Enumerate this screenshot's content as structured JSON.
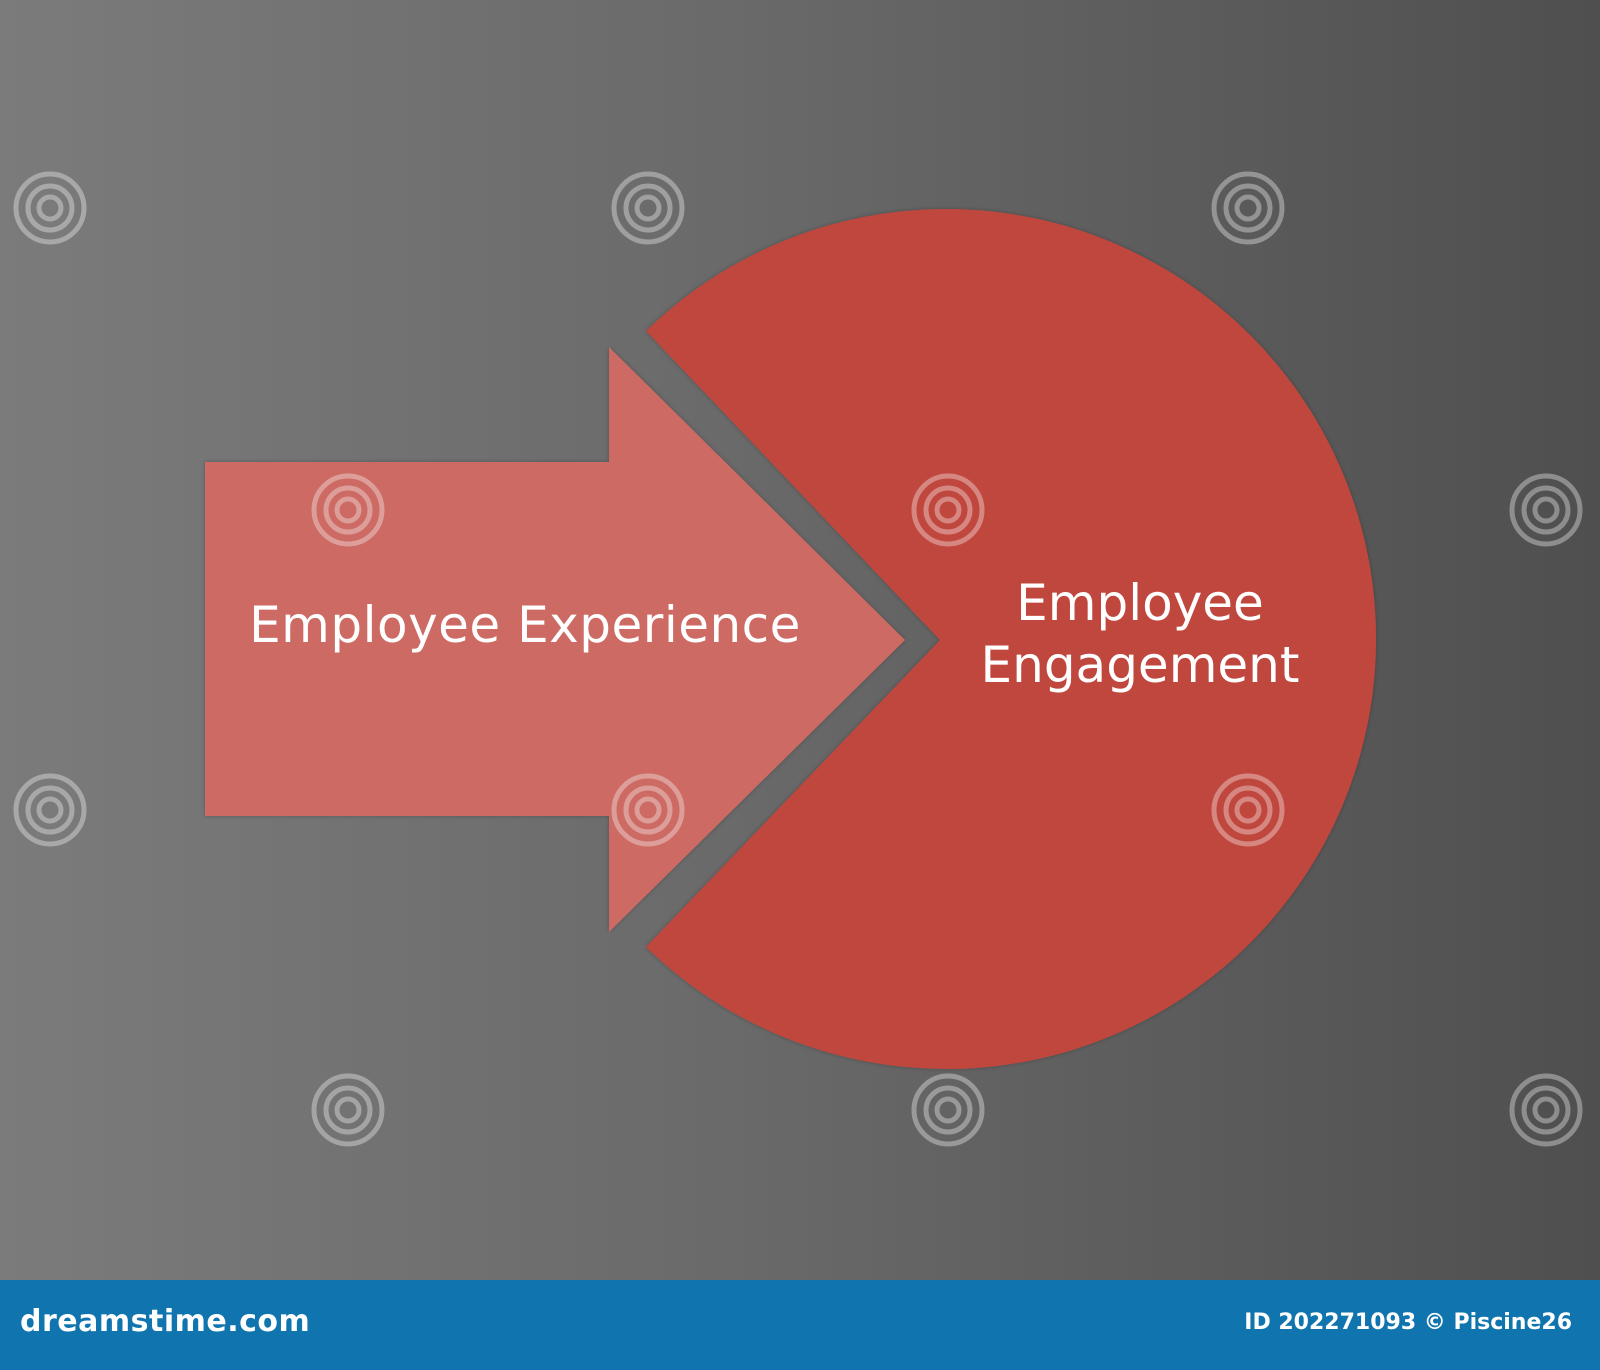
{
  "diagram": {
    "arrow_label": "Employee Experience",
    "circle_label_line1": "Employee",
    "circle_label_line2": "Engagement",
    "colors": {
      "arrow": "#cc6b63",
      "circle": "#c0473c",
      "background_left": "#7b7b7b",
      "background_right": "#4f4f4f"
    }
  },
  "watermark": {
    "text": "dreamstime",
    "icon": "spiral-icon"
  },
  "footer": {
    "brand": "dreamstime.com",
    "credit": "ID 202271093 © Piscine26",
    "color": "#1075ae"
  }
}
